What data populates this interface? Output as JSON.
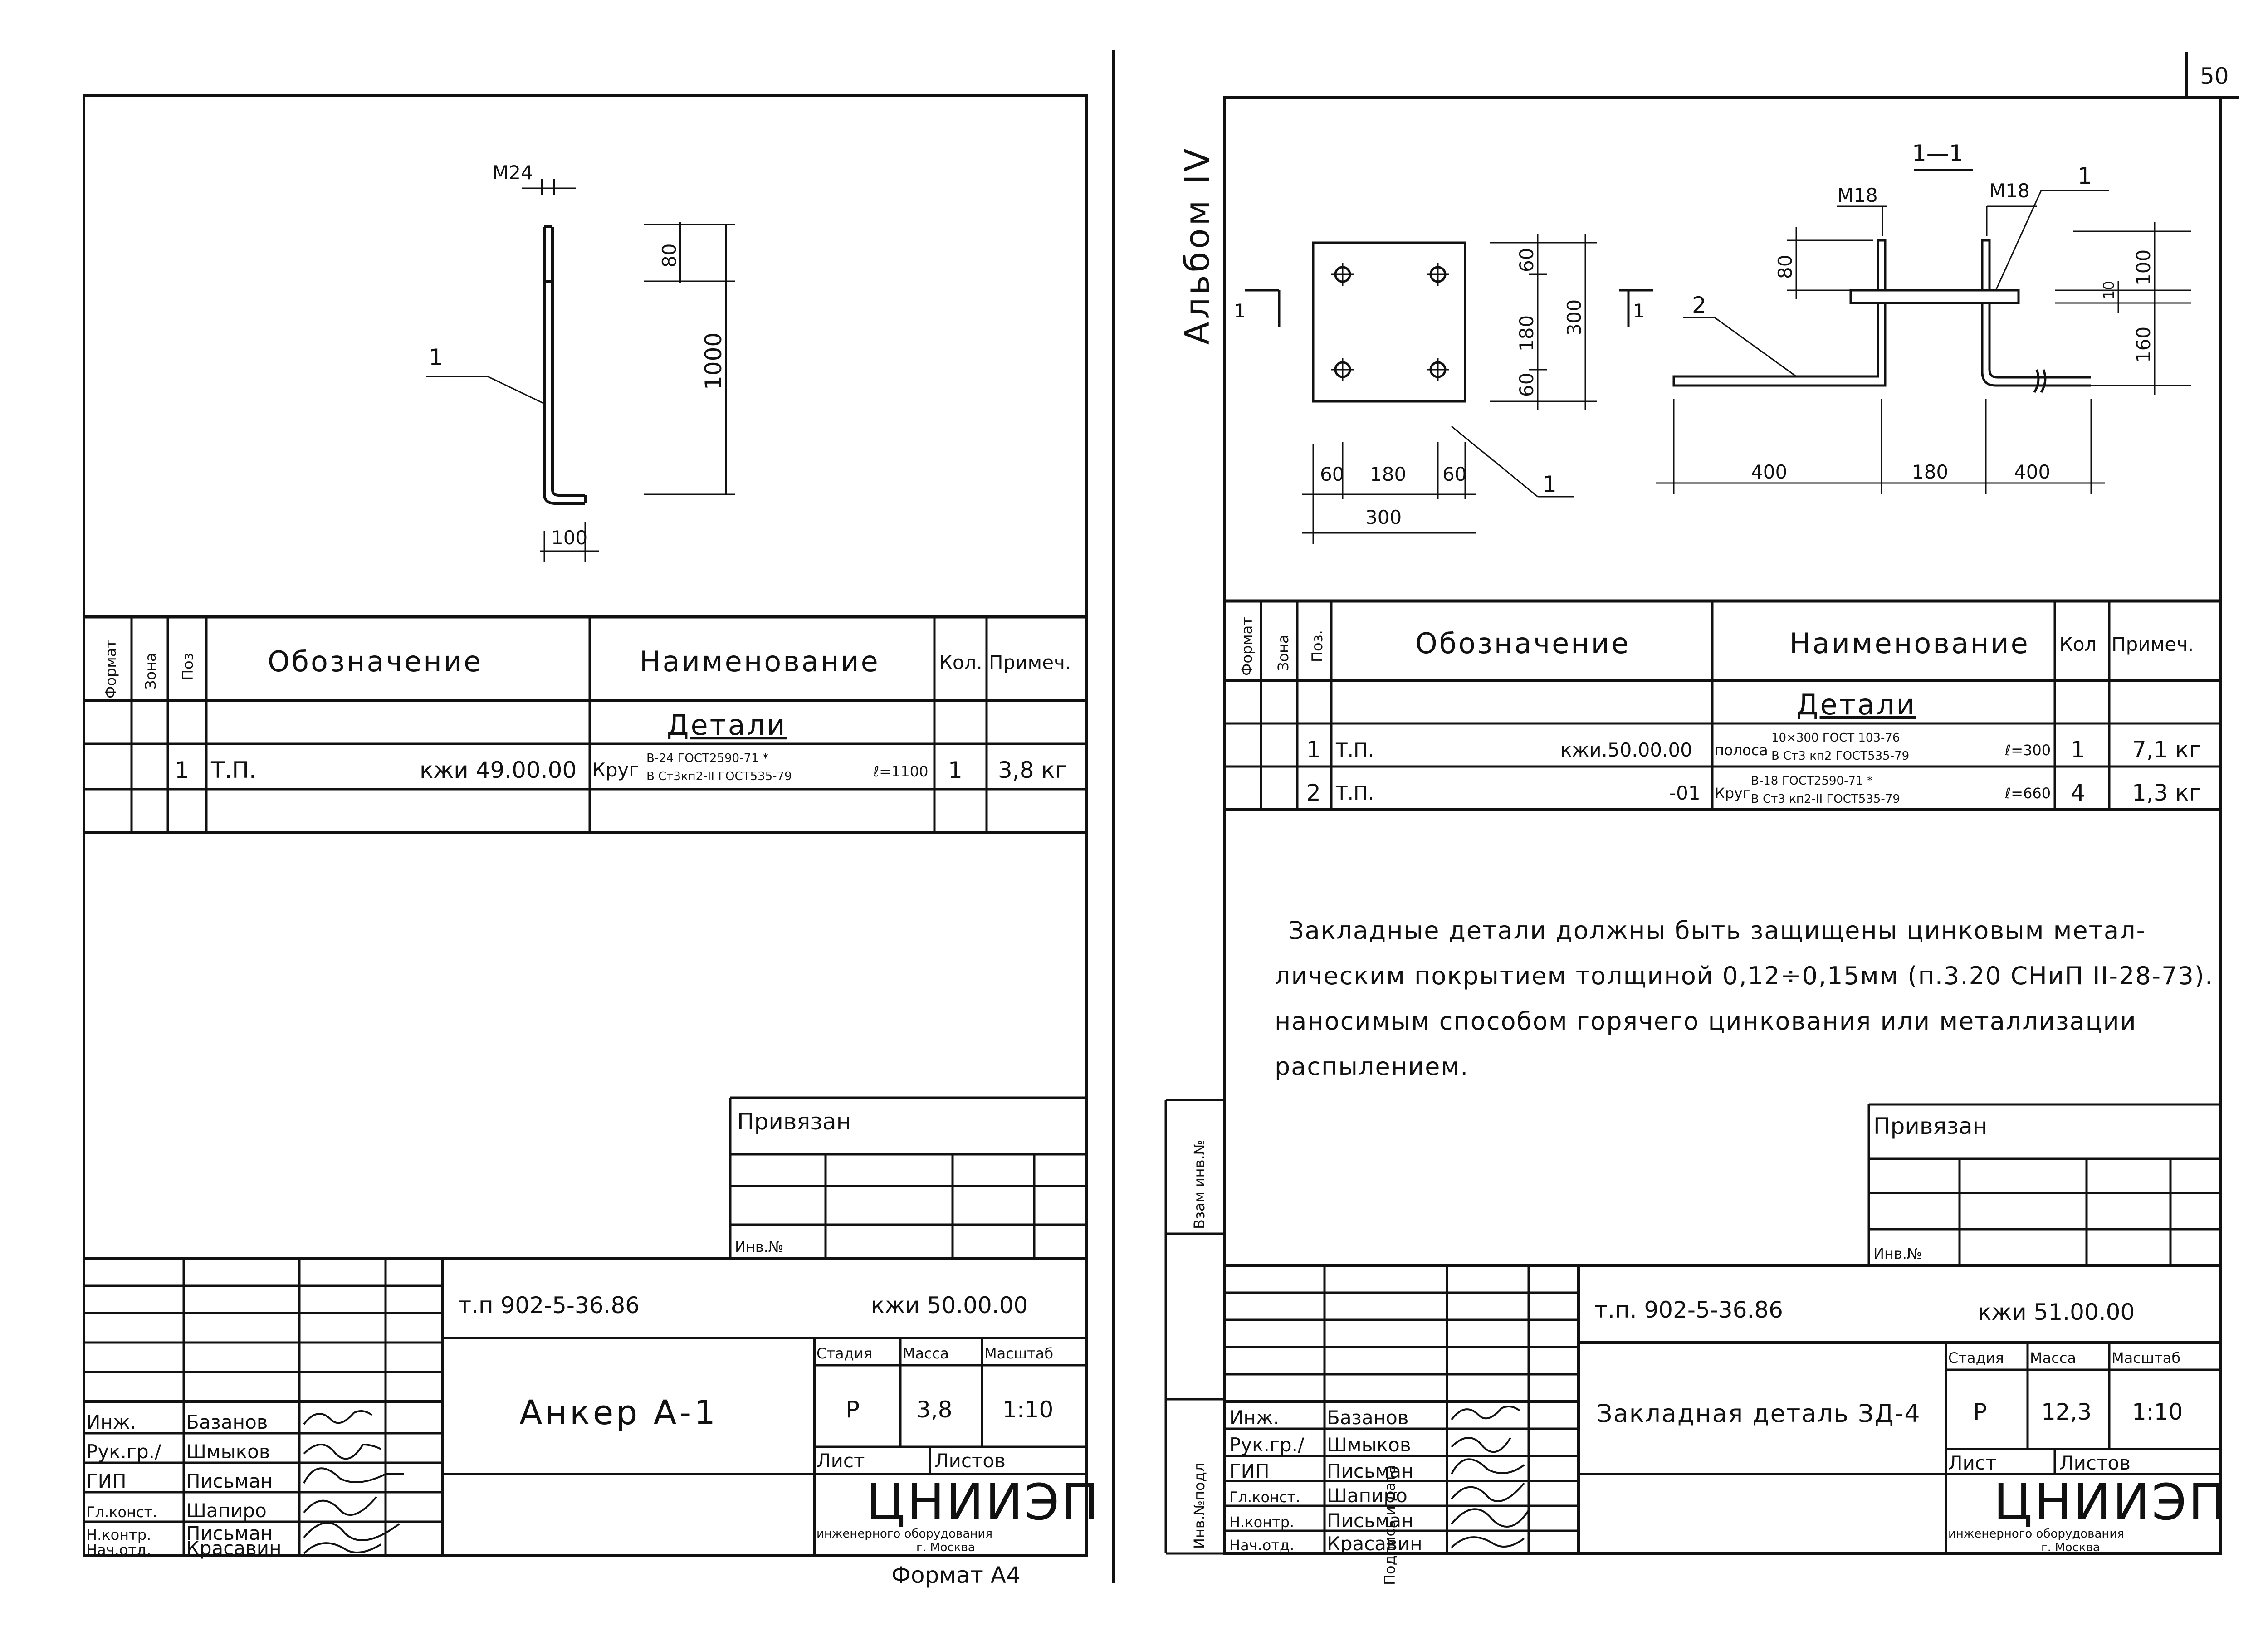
{
  "page_number": "50",
  "bottom_note": "Формат А4",
  "left": {
    "drawing": {
      "thread_label": "М24",
      "dim_80": "80",
      "dim_1000": "1000",
      "dim_100": "100",
      "pos_label": "1"
    },
    "spec": {
      "headers": {
        "format": "Формат",
        "zone": "Зона",
        "pos": "Поз",
        "designation": "Обозначение",
        "name": "Наименование",
        "qty": "Кол.",
        "note": "Примеч."
      },
      "section": "Детали",
      "rows": [
        {
          "pos": "1",
          "tp": "Т.П.",
          "code": "кжи 49.00.00",
          "name_main": "Круг",
          "name_top": "В-24 ГОСТ2590-71 *",
          "name_bottom": "В Ст3кп2-II ГОСТ535-79",
          "len": "ℓ=1100",
          "qty": "1",
          "note": "3,8 кг"
        }
      ]
    },
    "stamp": {
      "privyazan": "Привязан",
      "inv_no": "Инв.№",
      "doc_number": "т.п 902-5-36.86",
      "doc_code": "кжи 50.00.00",
      "title": "Анкер А-1",
      "stage_h": "Стадия",
      "mass_h": "Масса",
      "scale_h": "Масштаб",
      "stage": "Р",
      "mass": "3,8",
      "scale": "1:10",
      "sheet_h": "Лист",
      "sheets_h": "Листов",
      "org": "ЦНИИЭП",
      "org_sub": "инженерного оборудования",
      "org_city": "г. Москва",
      "people": [
        {
          "role": "Инж.",
          "name": "Базанов"
        },
        {
          "role": "Рук.гр./",
          "name": "Шмыков"
        },
        {
          "role": "ГИП",
          "name": "Письман"
        },
        {
          "role": "Гл.конст.",
          "name": "Шапиро"
        },
        {
          "role": "Н.контр.",
          "name": "Письман"
        },
        {
          "role": "Нач.отд.",
          "name": "Красавин"
        }
      ]
    }
  },
  "right": {
    "album": "Альбом IV",
    "drawing": {
      "section_mark": "1—1",
      "section_1": "1",
      "thread_1": "М18",
      "thread_2": "М18",
      "leader_1": "1",
      "leader_2": "2",
      "plate_dims": [
        "60",
        "180",
        "60",
        "300"
      ],
      "plate_h_dims": [
        "60",
        "180",
        "60",
        "300"
      ],
      "dim_80": "80",
      "dim_10": "10",
      "dim_100": "100",
      "dim_160": "160",
      "dim_400a": "400",
      "dim_180": "180",
      "dim_400b": "400",
      "pos_1": "1"
    },
    "spec": {
      "headers": {
        "format": "Формат",
        "zone": "Зона",
        "pos": "Поз.",
        "designation": "Обозначение",
        "name": "Наименование",
        "qty": "Кол",
        "note": "Примеч."
      },
      "section": "Детали",
      "rows": [
        {
          "pos": "1",
          "tp": "Т.П.",
          "code": "кжи.50.00.00",
          "name_main": "полоса",
          "name_top": "10×300 ГОСТ 103-76",
          "name_bottom": "В Ст3 кп2 ГОСТ535-79",
          "len": "ℓ=300",
          "qty": "1",
          "note": "7,1 кг"
        },
        {
          "pos": "2",
          "tp": "Т.П.",
          "code": "-01",
          "name_main": "Круг",
          "name_top": "В-18 ГОСТ2590-71 *",
          "name_bottom": "В Ст3 кп2-II ГОСТ535-79",
          "len": "ℓ=660",
          "qty": "4",
          "note": "1,3 кг"
        }
      ]
    },
    "note_lines": [
      "Закладные детали должны быть защищены цинковым метал-",
      "лическим покрытием толщиной 0,12÷0,15мм (п.3.20 СНиП II-28-73).",
      "наносимым способом горячего цинкования или металлизации",
      "распылением."
    ],
    "side_labels": [
      "Инв.№подл",
      "Подпись и дата",
      "Взам инв.№"
    ],
    "stamp": {
      "privyazan": "Привязан",
      "inv_no": "Инв.№",
      "doc_number": "т.п. 902-5-36.86",
      "doc_code": "кжи 51.00.00",
      "title": "Закладная деталь ЗД-4",
      "stage_h": "Стадия",
      "mass_h": "Масса",
      "scale_h": "Масштаб",
      "stage": "Р",
      "mass": "12,3",
      "scale": "1:10",
      "sheet_h": "Лист",
      "sheets_h": "Листов",
      "org": "ЦНИИЭП",
      "org_sub": "инженерного оборудования",
      "org_city": "г. Москва",
      "people": [
        {
          "role": "Инж.",
          "name": "Базанов"
        },
        {
          "role": "Рук.гр./",
          "name": "Шмыков"
        },
        {
          "role": "ГИП",
          "name": "Письман"
        },
        {
          "role": "Гл.конст.",
          "name": "Шапиро"
        },
        {
          "role": "Н.контр.",
          "name": "Письман"
        },
        {
          "role": "Нач.отд.",
          "name": "Красавин"
        }
      ]
    }
  }
}
